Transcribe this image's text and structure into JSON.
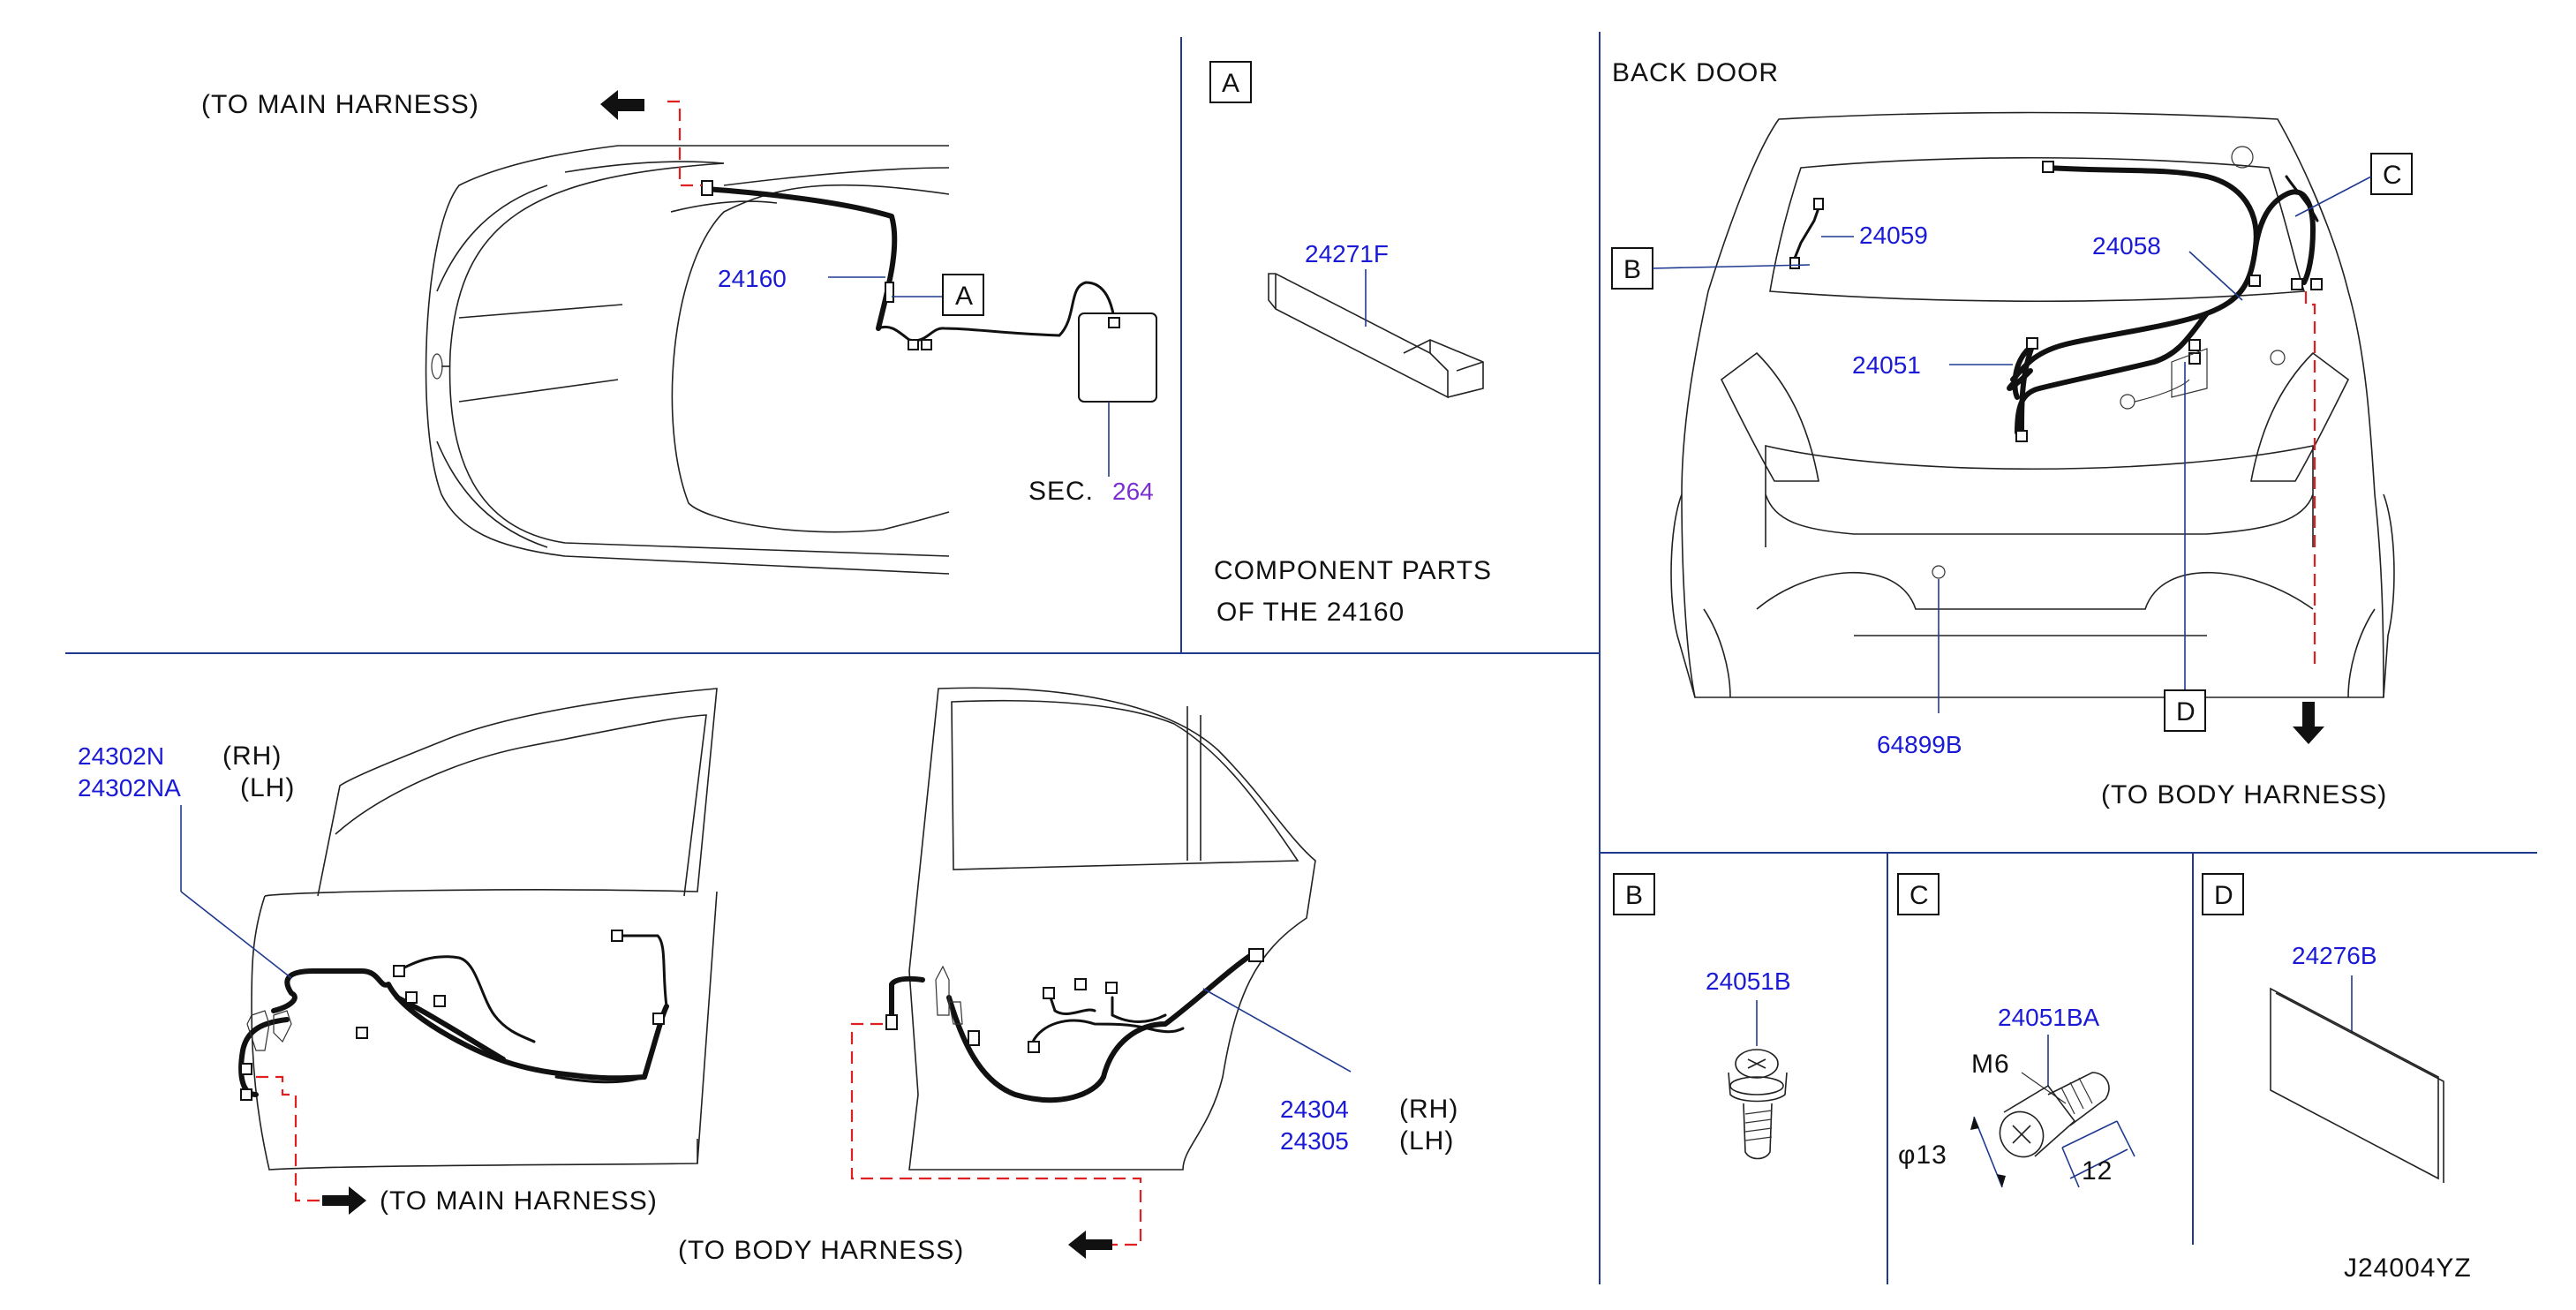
{
  "top_left": {
    "to_main_harness": "(TO  MAIN  HARNESS)",
    "part_24160": "24160",
    "callout_a": "A",
    "sec_label": "SEC.",
    "sec_number": "264"
  },
  "panel_a": {
    "tag": "A",
    "part_24271f": "24271F",
    "caption_line1": "COMPONENT  PARTS",
    "caption_line2": "OF  THE  24160"
  },
  "back_door": {
    "title": "BACK  DOOR",
    "callout_b": "B",
    "callout_c": "C",
    "callout_d": "D",
    "part_24059": "24059",
    "part_24058": "24058",
    "part_24051": "24051",
    "part_64899b": "64899B",
    "to_body_harness": "(TO  BODY  HARNESS)"
  },
  "front_door": {
    "part_rh": "24302N",
    "part_lh": "24302NA",
    "rh": "(RH)",
    "lh": "(LH)",
    "to_main_harness": "(TO  MAIN  HARNESS)"
  },
  "rear_door": {
    "part_rh": "24304",
    "part_lh": "24305",
    "rh": "(RH)",
    "lh": "(LH)",
    "to_body_harness": "(TO  BODY  HARNESS)"
  },
  "panel_b": {
    "tag": "B",
    "part": "24051B"
  },
  "panel_c": {
    "tag": "C",
    "part": "24051BA",
    "thread": "M6",
    "diameter": "φ13",
    "length": "12"
  },
  "panel_d": {
    "tag": "D",
    "part": "24276B"
  },
  "footer": {
    "drawing_code": "J24004YZ"
  },
  "colors": {
    "part_number": "#1a1ad6",
    "frame": "#1f3a8f",
    "dashed_route": "#e02020",
    "sec_number": "#7b2fd1"
  }
}
